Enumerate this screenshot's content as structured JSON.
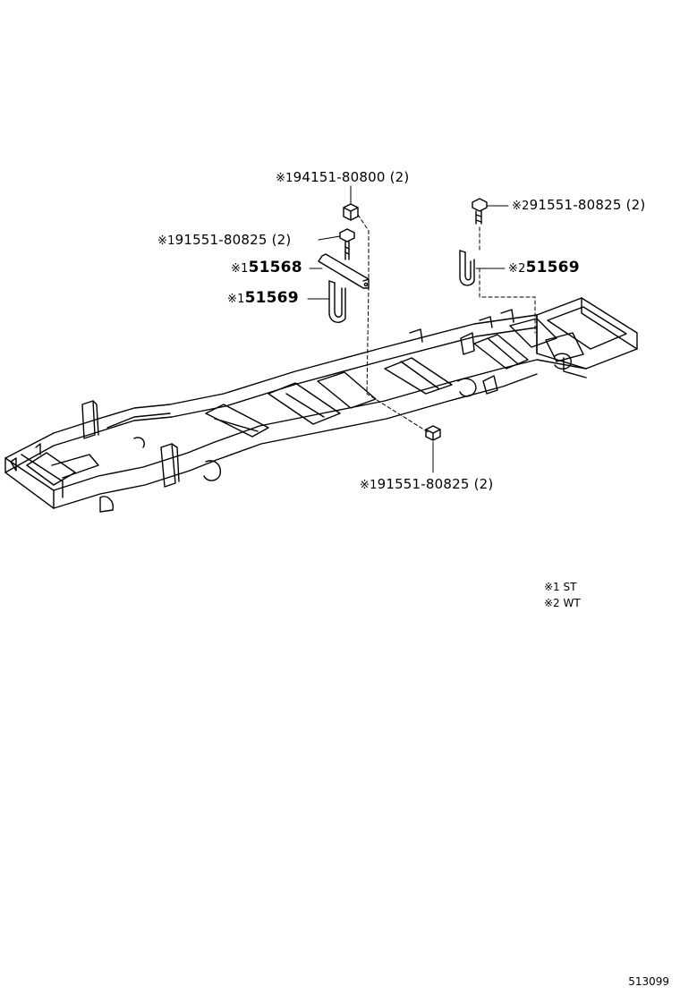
{
  "callouts": {
    "c1": {
      "mark": "※1",
      "part": "94151-80800",
      "qty": "(2)"
    },
    "c2": {
      "mark": "※1",
      "part": "91551-80825",
      "qty": "(2)"
    },
    "c3": {
      "mark": "※1",
      "part": "51568"
    },
    "c4": {
      "mark": "※1",
      "part": "51569"
    },
    "c5": {
      "mark": "※2",
      "part": "91551-80825",
      "qty": "(2)"
    },
    "c6": {
      "mark": "※2",
      "part": "51569"
    },
    "c7": {
      "mark": "※1",
      "part": "91551-80825",
      "qty": "(2)"
    }
  },
  "legend": [
    {
      "mark": "※1",
      "text": "ST"
    },
    {
      "mark": "※2",
      "text": "WT"
    }
  ],
  "diagram_id": "513099"
}
